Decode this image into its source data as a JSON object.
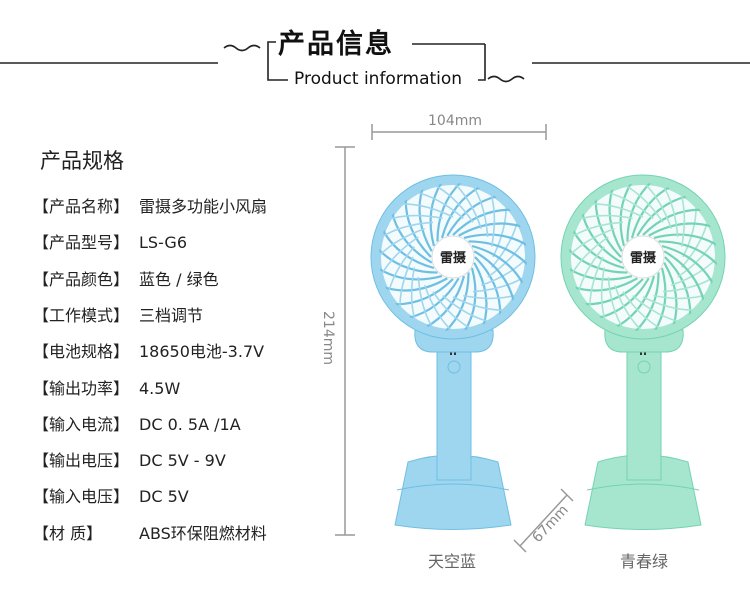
{
  "header": {
    "title_cn": "产品信息",
    "title_en": "Product information"
  },
  "specs": {
    "heading": "产品规格",
    "rows": [
      {
        "key": "【产品名称】",
        "value": "雷摄多功能小风扇"
      },
      {
        "key": "【产品型号】",
        "value": "LS-G6"
      },
      {
        "key": "【产品颜色】",
        "value": "蓝色  / 绿色"
      },
      {
        "key": "【工作模式】",
        "value": "三档调节"
      },
      {
        "key": "【电池规格】",
        "value": "18650电池-3.7V"
      },
      {
        "key": "【输出功率】",
        "value": "4.5W"
      },
      {
        "key": "【输入电流】",
        "value": "DC 0. 5A /1A"
      },
      {
        "key": "【输出电压】",
        "value": "DC 5V - 9V"
      },
      {
        "key": "【输入电压】",
        "value": "DC 5V"
      },
      {
        "key": "【材      质】",
        "value": "ABS环保阻燃材料"
      }
    ]
  },
  "dimensions": {
    "width": "104mm",
    "height": "214mm",
    "depth": "67mm"
  },
  "products": [
    {
      "caption": "天空蓝",
      "color": "#9fd6ef",
      "dark": "#6fbfe3",
      "brand": "雷摄"
    },
    {
      "caption": "青春绿",
      "color": "#a6e6cf",
      "dark": "#74d3b3",
      "brand": "雷摄"
    }
  ]
}
